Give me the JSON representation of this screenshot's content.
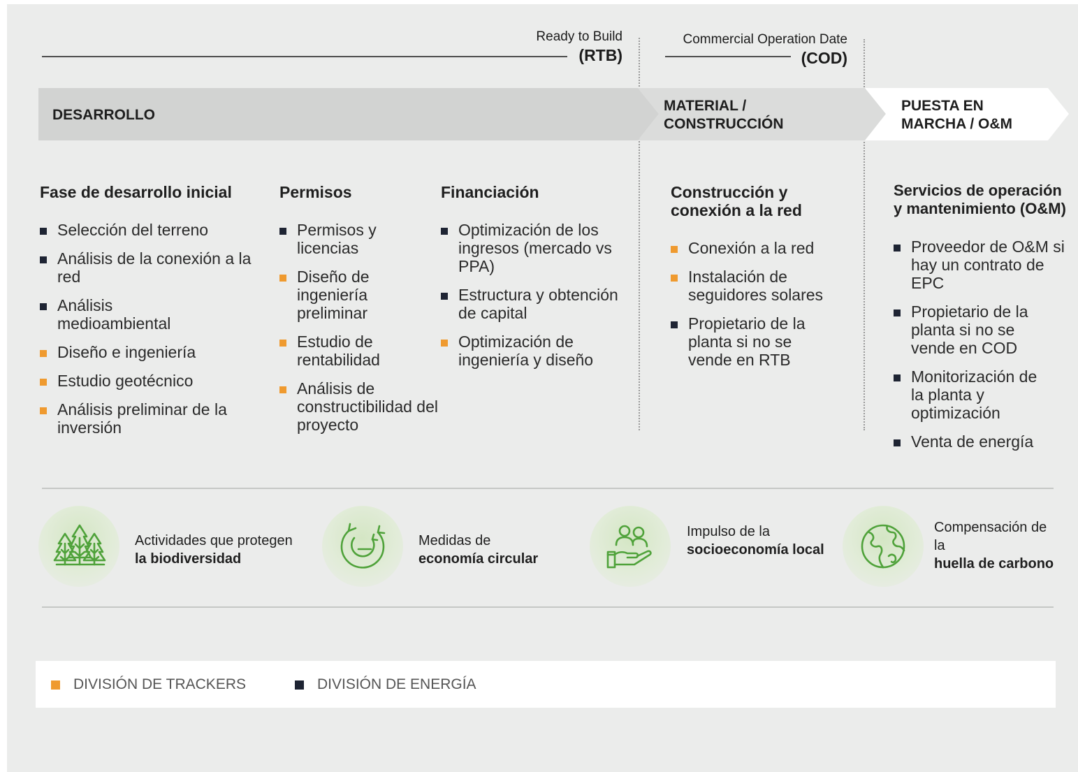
{
  "milestones": {
    "rtb": {
      "line1": "Ready to Build",
      "line2": "(RTB)"
    },
    "cod": {
      "line1": "Commercial Operation Date",
      "line2": "(COD)"
    }
  },
  "phases": [
    {
      "label": "DESARROLLO"
    },
    {
      "line1": "MATERIAL /",
      "line2": "CONSTRUCCIÓN"
    },
    {
      "line1": "PUESTA EN",
      "line2": "MARCHA / O&M"
    }
  ],
  "columns": [
    {
      "title": "Fase de desarrollo inicial",
      "items": [
        {
          "text": "Selección del terreno",
          "division": "energy"
        },
        {
          "text": "Análisis de la conexión a la red",
          "division": "energy"
        },
        {
          "text": "Análisis medioambiental",
          "division": "energy"
        },
        {
          "text": "Diseño e ingeniería",
          "division": "tracker"
        },
        {
          "text": "Estudio geotécnico",
          "division": "tracker"
        },
        {
          "text": "Análisis preliminar de la inversión",
          "division": "tracker"
        }
      ]
    },
    {
      "title": "Permisos",
      "items": [
        {
          "text": "Permisos y licencias",
          "division": "energy"
        },
        {
          "text": "Diseño de ingeniería preliminar",
          "division": "tracker"
        },
        {
          "text": "Estudio de rentabilidad",
          "division": "tracker"
        },
        {
          "text": "Análisis de constructibilidad del proyecto",
          "division": "tracker"
        }
      ]
    },
    {
      "title": "Financiación",
      "items": [
        {
          "text": "Optimización de los ingresos (mercado vs PPA)",
          "division": "energy"
        },
        {
          "text": "Estructura y obtención de capital",
          "division": "energy"
        },
        {
          "text": "Optimización de ingeniería y diseño",
          "division": "tracker"
        }
      ]
    },
    {
      "title_line1": "Construcción y",
      "title_line2": "conexión a la red",
      "items": [
        {
          "text": "Conexión a la red",
          "division": "tracker"
        },
        {
          "text": "Instalación de seguidores solares",
          "division": "tracker"
        },
        {
          "text": "Propietario de la planta si no se vende en RTB",
          "division": "energy"
        }
      ]
    },
    {
      "title_line1": "Servicios de operación",
      "title_line2": "y mantenimiento (O&M)",
      "items": [
        {
          "text": "Proveedor de O&M si hay un contrato de EPC",
          "division": "energy"
        },
        {
          "text": "Propietario de la planta si no se vende en COD",
          "division": "energy"
        },
        {
          "text": "Monitorización de la planta y optimización",
          "division": "energy"
        },
        {
          "text": "Venta de energía",
          "division": "energy"
        }
      ]
    }
  ],
  "values": [
    {
      "icon": "trees-icon",
      "normal": "Actividades que protegen",
      "bold": "la biodiversidad"
    },
    {
      "icon": "circular-economy-icon",
      "normal": "Medidas de",
      "bold": "economía circular"
    },
    {
      "icon": "community-hand-icon",
      "normal": "Impulso de la",
      "bold": "socioeconomía local"
    },
    {
      "icon": "globe-icon",
      "normal": "Compensación de la",
      "bold": "huella de carbono"
    }
  ],
  "legend": {
    "tracker_label": "DIVISIÓN DE TRACKERS",
    "energy_label": "DIVISIÓN DE ENERGÍA"
  },
  "colors": {
    "tracker": "#ef9a2f",
    "energy": "#1e2433",
    "background": "#ebeceb",
    "phase_gray": "#d2d3d2",
    "icon_green": "#4fa23a"
  }
}
